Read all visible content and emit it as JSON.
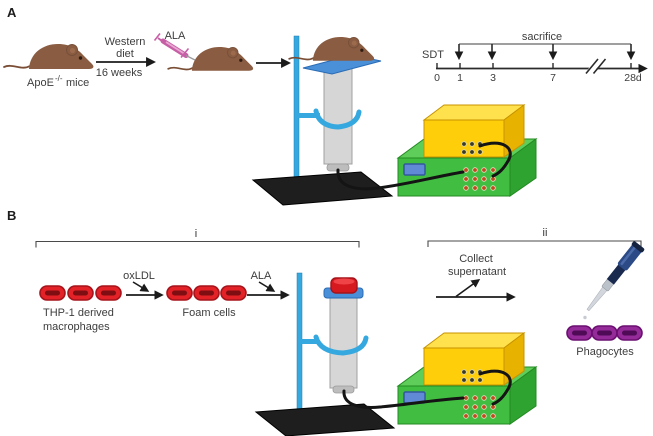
{
  "figure": {
    "panel_a": {
      "label": "A",
      "mice_label": {
        "base": "ApoE",
        "sup": "-/-",
        "rest": "mice"
      },
      "diet_arrow": {
        "line1": "Western",
        "line2": "diet",
        "duration": "16 weeks"
      },
      "injection_label": "ALA",
      "timeline": {
        "treatment_label": "SDT",
        "bracket_label": "sacrifice",
        "ticks": [
          "0",
          "1",
          "3",
          "7",
          "28d"
        ]
      }
    },
    "panel_b": {
      "label": "B",
      "step_i_label": "i",
      "step_ii_label": "ii",
      "macrophages_label": {
        "line1": "THP-1 derived",
        "line2": "macrophages"
      },
      "oxldl_label": "oxLDL",
      "foam_cells_label": "Foam cells",
      "ala_label": "ALA",
      "collect_label": {
        "line1": "Collect",
        "line2": "supernatant"
      },
      "phagocytes_label": "Phagocytes"
    },
    "colors": {
      "mouse_brown": "#8A5C41",
      "stand_blue": "#35A8DF",
      "platform_blue": "#4A90D9",
      "device_green": "#41BE41",
      "device_yellow": "#FFCE0A",
      "screen_blue": "#6089D6",
      "dish_red": "#E32227",
      "phagocyte_purple": "#952A99",
      "syringe_pink": "#C75FA6",
      "cable_black": "#141414",
      "text_gray": "#3D3D3D"
    }
  }
}
